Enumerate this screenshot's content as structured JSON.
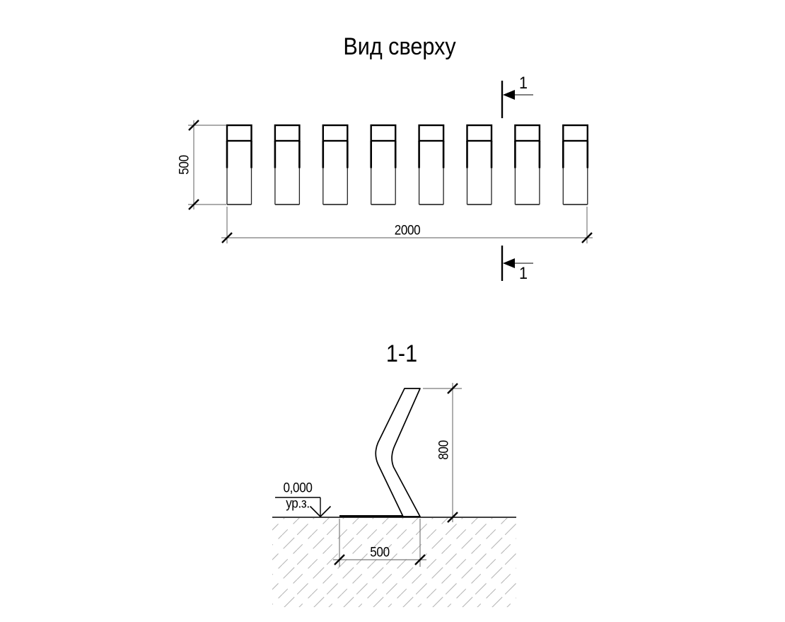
{
  "top_view": {
    "title": "Вид сверху",
    "unit_count": 8,
    "dimensions": {
      "depth": "500",
      "width": "2000"
    },
    "section_markers": {
      "top_label": "1",
      "bottom_label": "1"
    }
  },
  "section_view": {
    "title": "1-1",
    "dimensions": {
      "height": "800",
      "base_width": "500"
    },
    "level_mark": {
      "value": "0,000",
      "caption": "ур.з."
    }
  },
  "colors": {
    "object_line": "#000000",
    "dimension_line": "#7a7a7a",
    "hatch": "#b8b8b8",
    "background": "#ffffff"
  }
}
